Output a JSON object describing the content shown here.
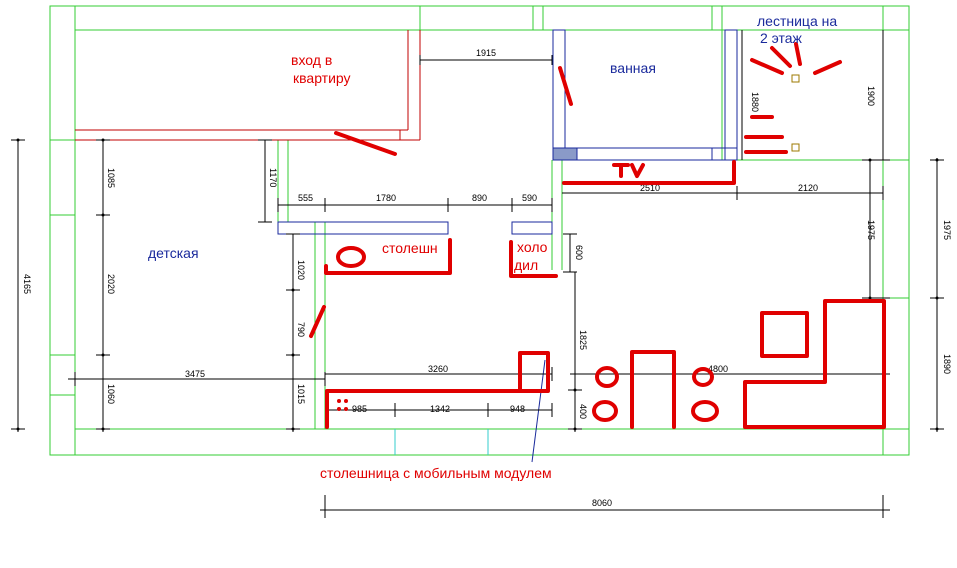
{
  "labels": {
    "entrance_line1": "вход в",
    "entrance_line2": "квартиру",
    "bathroom": "ванная",
    "stairs_line1": "лестница на",
    "stairs_line2": "2 этаж",
    "kids_room": "детская",
    "countertop_short": "столешн",
    "fridge_line1": "холо",
    "fridge_line2": "дил",
    "tv": "TV",
    "countertop_mobile": "столешница с мобильным модулем"
  },
  "dimensions": {
    "d1915": "1915",
    "d1880": "1880",
    "d1900": "1900",
    "d1085": "1085",
    "d1170": "1170",
    "d2510": "2510",
    "d2120": "2120",
    "d555": "555",
    "d1780": "1780",
    "d890": "890",
    "d590": "590",
    "d1975a": "1975",
    "d1975b": "1975",
    "d4165": "4165",
    "d2020": "2020",
    "d1020": "1020",
    "d600": "600",
    "d790": "790",
    "d1825": "1825",
    "d1890": "1890",
    "d3475": "3475",
    "d3260": "3260",
    "d4800": "4800",
    "d1060": "1060",
    "d1015": "1015",
    "d985": "985",
    "d1342": "1342",
    "d948": "948",
    "d400": "400",
    "d8060": "8060"
  },
  "colors": {
    "wall": "#33cc33",
    "marker": "#e00000",
    "furniture": "#1a2a9c",
    "dimension": "#000000",
    "cyan": "#33cccc"
  }
}
